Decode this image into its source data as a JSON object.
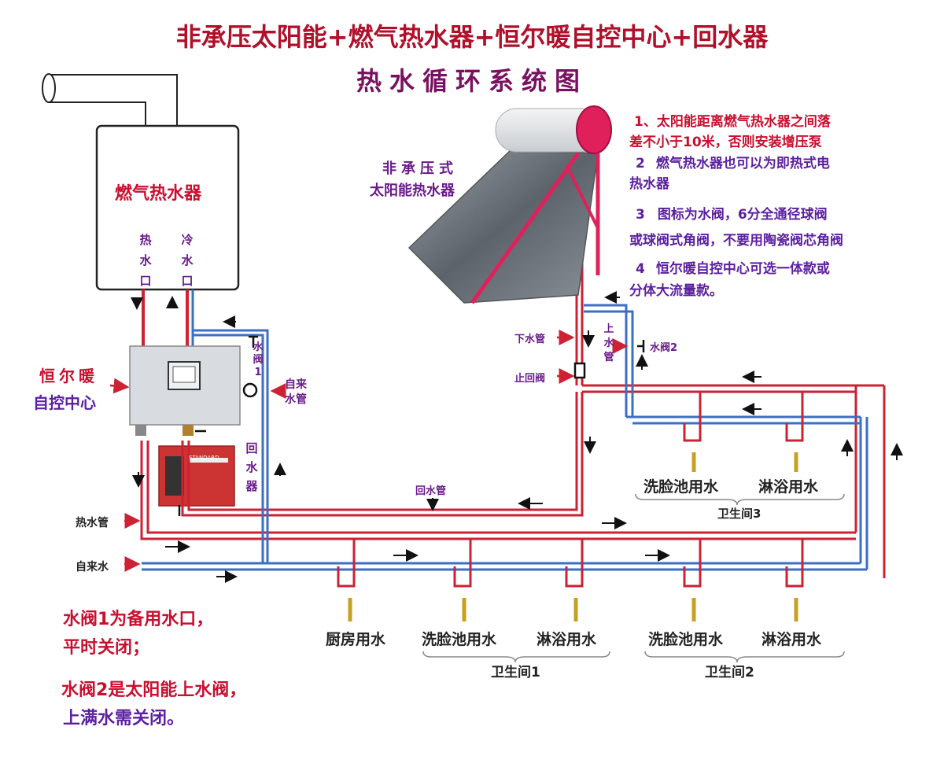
{
  "title": {
    "main": "非承压太阳能+燃气热水器+恒尔暖自控中心+回水器",
    "sub": "热水循环系统图"
  },
  "colors": {
    "hot_pipe": "#cc2233",
    "cold_pipe": "#3a6fc4",
    "title_red": "#d11a2a",
    "title_purple": "#5b1fa0",
    "note_red": "#c8102e",
    "note_purple": "#5b1fa0",
    "heater_fill": "#ffffff",
    "panel_fill": "#d8dbe0"
  },
  "gas_heater": {
    "label": "燃气热水器",
    "hot_outlet": "热水口",
    "cold_inlet": "冷水口"
  },
  "solar": {
    "label_line1": "非承压式",
    "label_line2": "太阳能热水器"
  },
  "notes": [
    {
      "num": "1、",
      "text": "太阳能距离燃气热水器之间落"
    },
    {
      "num": "",
      "text": "差不小于10米，否则安装增压泵"
    },
    {
      "num": "2",
      "text": "燃气热水器也可以为即热式电"
    },
    {
      "num": "",
      "text": "热水器"
    },
    {
      "num": "3",
      "text": "图标为水阀，6分全通径球阀"
    },
    {
      "num": "",
      "text": "或球阀式角阀，不要用陶瓷阀芯角阀"
    },
    {
      "num": "4",
      "text": "恒尔暖自控中心可选一体款或"
    },
    {
      "num": "",
      "text": "分体大流量款。"
    }
  ],
  "control_center": {
    "label_line1": "恒尔暖",
    "label_line2": "自控中心"
  },
  "labels": {
    "valve1": "水阀1",
    "tap_water_pipe": "自来水管",
    "return_device": "回水器",
    "hot_water_pipe": "热水管",
    "tap_water": "自来水",
    "return_pipe": "回水管",
    "down_pipe": "下水管",
    "up_pipe": "上水管",
    "check_valve": "止回阀",
    "valve2": "水阀2"
  },
  "fixtures": {
    "kitchen": "厨房用水",
    "basin": "洗脸池用水",
    "shower": "淋浴用水",
    "bath1": "卫生间1",
    "bath2": "卫生间2",
    "bath3": "卫生间3"
  },
  "bottom_notes": {
    "line1": "水阀1为备用水口，",
    "line2": "平时关闭；",
    "line3": "水阀2是太阳能上水阀，",
    "line4": "上满水需关闭。"
  },
  "device_brand": "STANDARD"
}
